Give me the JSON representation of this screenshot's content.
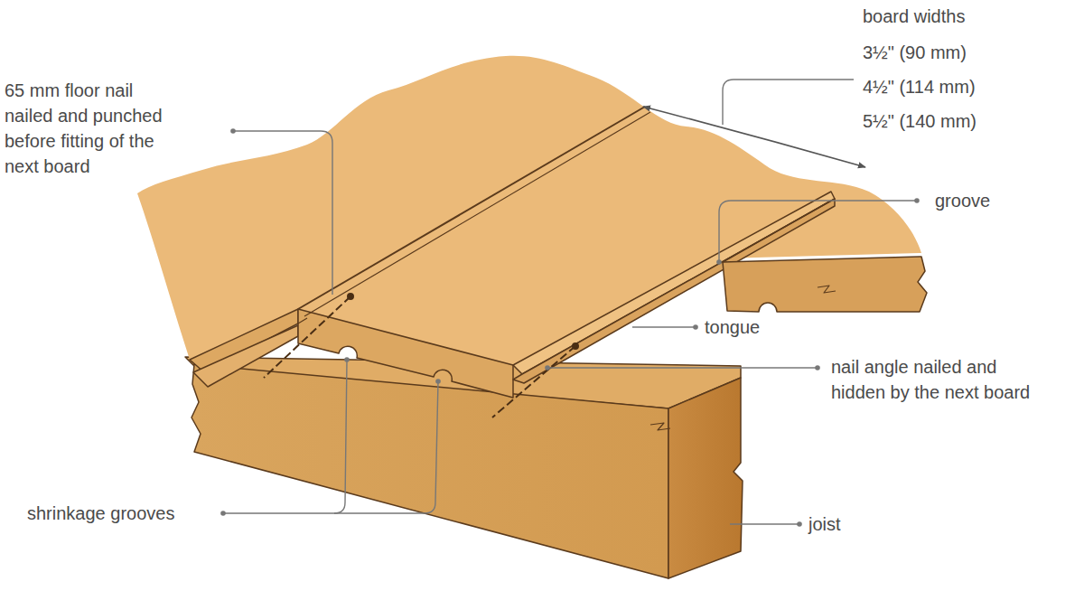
{
  "diagram": {
    "labels": [
      "65 mm floor nail nailed and punched before fitting of the next board",
      "board widths",
      "3½\" (90 mm)",
      "4½\" (114 mm)",
      "5½\" (140 mm)",
      "groove",
      "tongue",
      "nail angle nailed and hidden by the next board",
      "shrinkage grooves",
      "joist"
    ]
  }
}
